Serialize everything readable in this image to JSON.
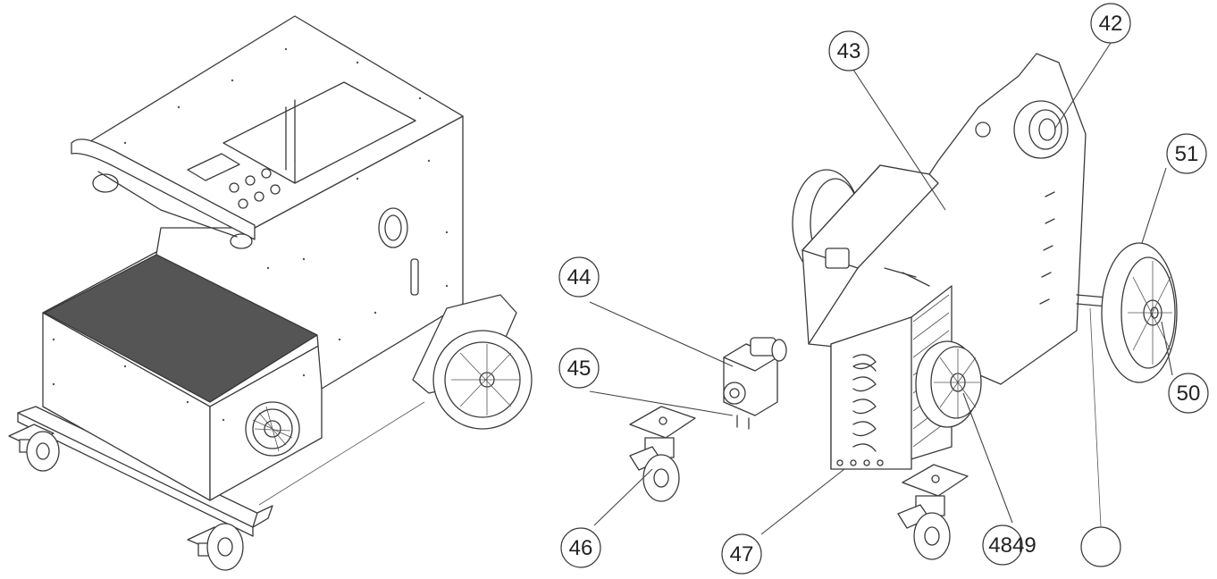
{
  "callouts": [
    {
      "id": "c42",
      "label": "42"
    },
    {
      "id": "c43",
      "label": "43"
    },
    {
      "id": "c44",
      "label": "44"
    },
    {
      "id": "c45",
      "label": "45"
    },
    {
      "id": "c46",
      "label": "46"
    },
    {
      "id": "c47",
      "label": "47"
    },
    {
      "id": "c4849",
      "label": "4849"
    },
    {
      "id": "c50",
      "label": "50"
    },
    {
      "id": "c51",
      "label": "51"
    },
    {
      "id": "c-blank",
      "label": ""
    }
  ],
  "colors": {
    "line": "#3a3a3a",
    "panel_fill": "#555555",
    "background": "#ffffff"
  }
}
